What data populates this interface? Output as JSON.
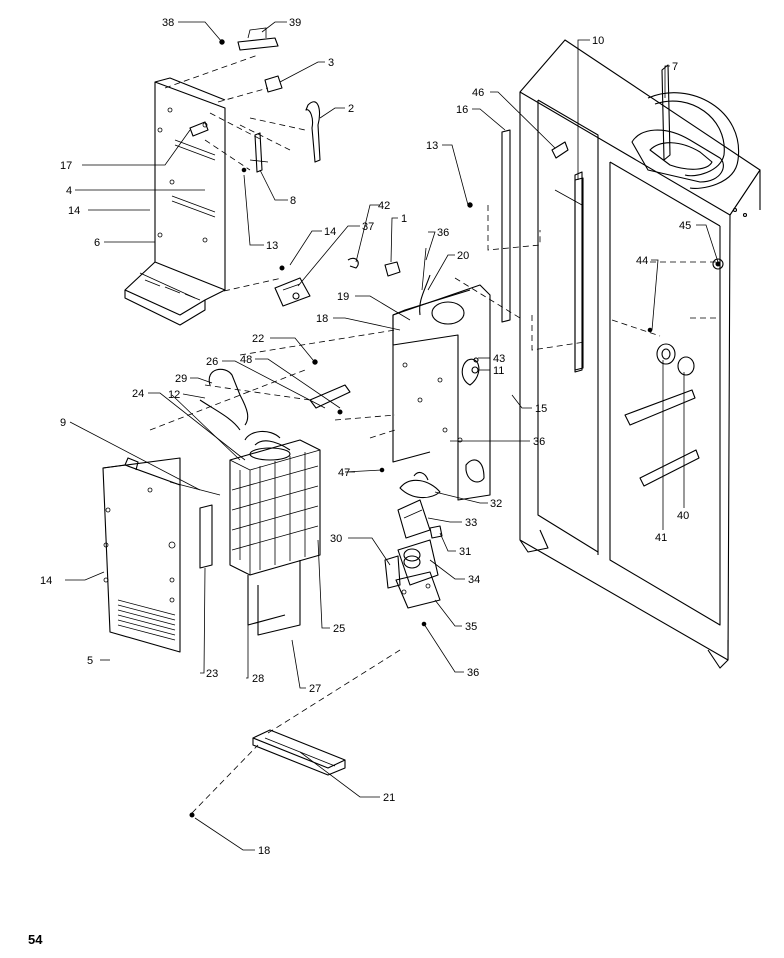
{
  "page_number": "54",
  "callouts": {
    "c1": "1",
    "c2": "2",
    "c3": "3",
    "c4": "4",
    "c5": "5",
    "c6": "6",
    "c7": "7",
    "c8": "8",
    "c9": "9",
    "c10": "10",
    "c11": "11",
    "c12": "12",
    "c13a": "13",
    "c13b": "13",
    "c14a": "14",
    "c14b": "14",
    "c14c": "14",
    "c15": "15",
    "c16": "16",
    "c17": "17",
    "c18a": "18",
    "c18b": "18",
    "c19": "19",
    "c20": "20",
    "c21": "21",
    "c22": "22",
    "c23": "23",
    "c24": "24",
    "c25": "25",
    "c26": "26",
    "c27": "27",
    "c28": "28",
    "c29": "29",
    "c30": "30",
    "c31": "31",
    "c32": "32",
    "c33": "33",
    "c34": "34",
    "c35": "35",
    "c36a": "36",
    "c36b": "36",
    "c36c": "36",
    "c37": "37",
    "c38": "38",
    "c39": "39",
    "c40": "40",
    "c41": "41",
    "c42": "42",
    "c43": "43",
    "c44": "44",
    "c45": "45",
    "c46": "46",
    "c47": "47",
    "c48": "48"
  }
}
